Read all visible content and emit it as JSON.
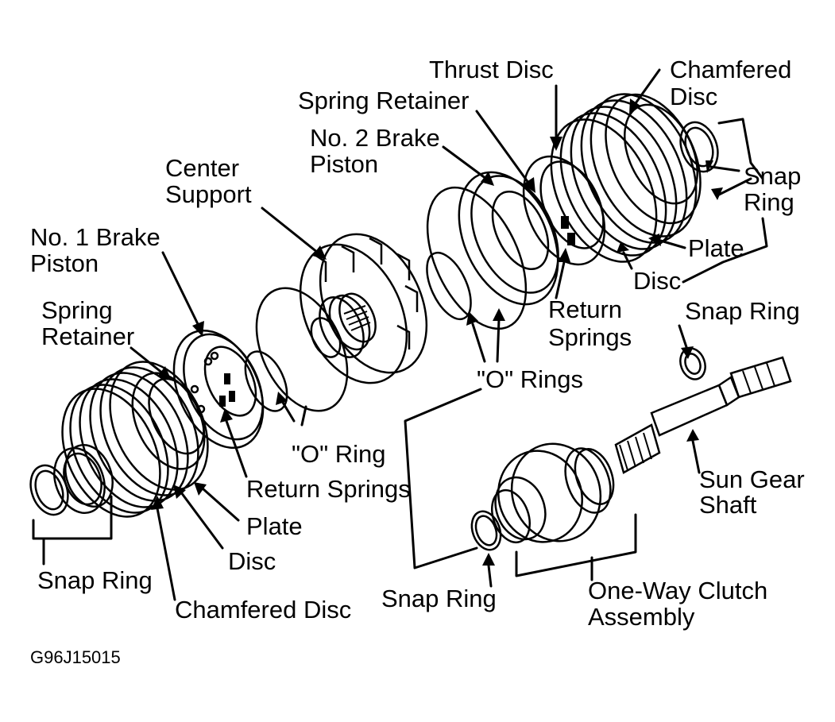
{
  "labels": {
    "thrust_disc": "Thrust Disc",
    "chamfered_disc_top_1": "Chamfered",
    "chamfered_disc_top_2": "Disc",
    "spring_retainer_top": "Spring Retainer",
    "no2_brake_piston_1": "No. 2 Brake",
    "no2_brake_piston_2": "Piston",
    "snap_ring_top_1": "Snap",
    "snap_ring_top_2": "Ring",
    "center_support_1": "Center",
    "center_support_2": "Support",
    "plate_top": "Plate",
    "disc_top": "Disc",
    "no1_brake_piston_1": "No. 1 Brake",
    "no1_brake_piston_2": "Piston",
    "return_springs_top_1": "Return",
    "return_springs_top_2": "Springs",
    "snap_ring_right": "Snap Ring",
    "spring_retainer_left_1": "Spring",
    "spring_retainer_left_2": "Retainer",
    "o_rings": "\"O\" Rings",
    "o_ring": "\"O\" Ring",
    "return_springs_bottom": "Return Springs",
    "sun_gear_shaft_1": "Sun Gear",
    "sun_gear_shaft_2": "Shaft",
    "plate_bottom": "Plate",
    "disc_bottom": "Disc",
    "snap_ring_left": "Snap Ring",
    "chamfered_disc_bottom": "Chamfered Disc",
    "snap_ring_bottom": "Snap Ring",
    "one_way_clutch_1": "One-Way Clutch",
    "one_way_clutch_2": "Assembly"
  },
  "figure_code": "G96J15015"
}
